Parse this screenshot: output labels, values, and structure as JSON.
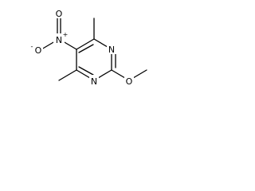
{
  "molecule": {
    "atoms": {
      "nitro_n": {
        "label": "N",
        "charge": "+"
      },
      "nitro_o_top": {
        "label": "O"
      },
      "nitro_o_left": {
        "label": "O",
        "charge": "-"
      },
      "ring_n_upper": {
        "label": "N"
      },
      "ring_n_lower": {
        "label": "N"
      },
      "ether_o": {
        "label": "O"
      }
    }
  },
  "colors": {
    "line": "#000000",
    "background": "#ffffff"
  }
}
